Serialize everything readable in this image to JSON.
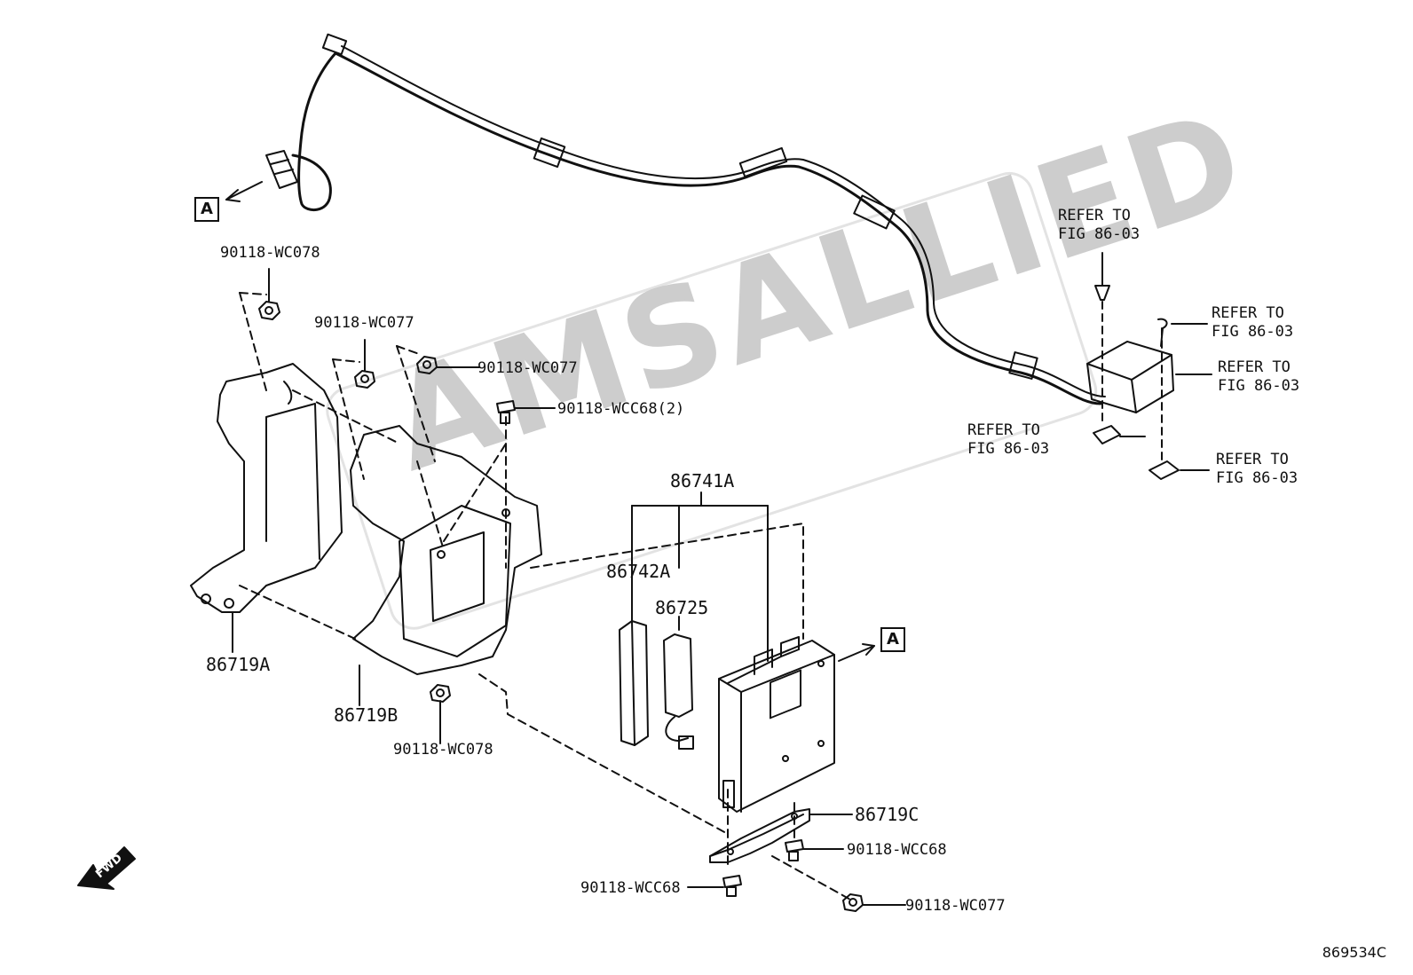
{
  "watermark": "AMSALLIED",
  "figure_code": "869534C",
  "view_markers": {
    "left": "A",
    "right": "A"
  },
  "fwd_label": "FWD",
  "callouts": {
    "nut_top_left": "90118-WC078",
    "nut_mid_left": "90118-WC077",
    "nut_mid_right": "90118-WC077",
    "bolt_top": "90118-WCC68(2)",
    "bracket_a": "86719A",
    "bracket_b": "86719B",
    "nut_bottom_b": "90118-WC078",
    "ecu_assembly": "86741A",
    "connector_cover": "86742A",
    "connector": "86725",
    "bracket_c": "86719C",
    "bolt_c_right": "90118-WCC68",
    "bolt_c_left": "90118-WCC68",
    "nut_c": "90118-WC077"
  },
  "refer_labels": {
    "top": "REFER TO\nFIG 86-03",
    "right_1": "REFER TO\nFIG 86-03",
    "right_2": "REFER TO\nFIG 86-03",
    "mid": "REFER TO\nFIG 86-03",
    "bottom": "REFER TO\nFIG 86-03"
  }
}
